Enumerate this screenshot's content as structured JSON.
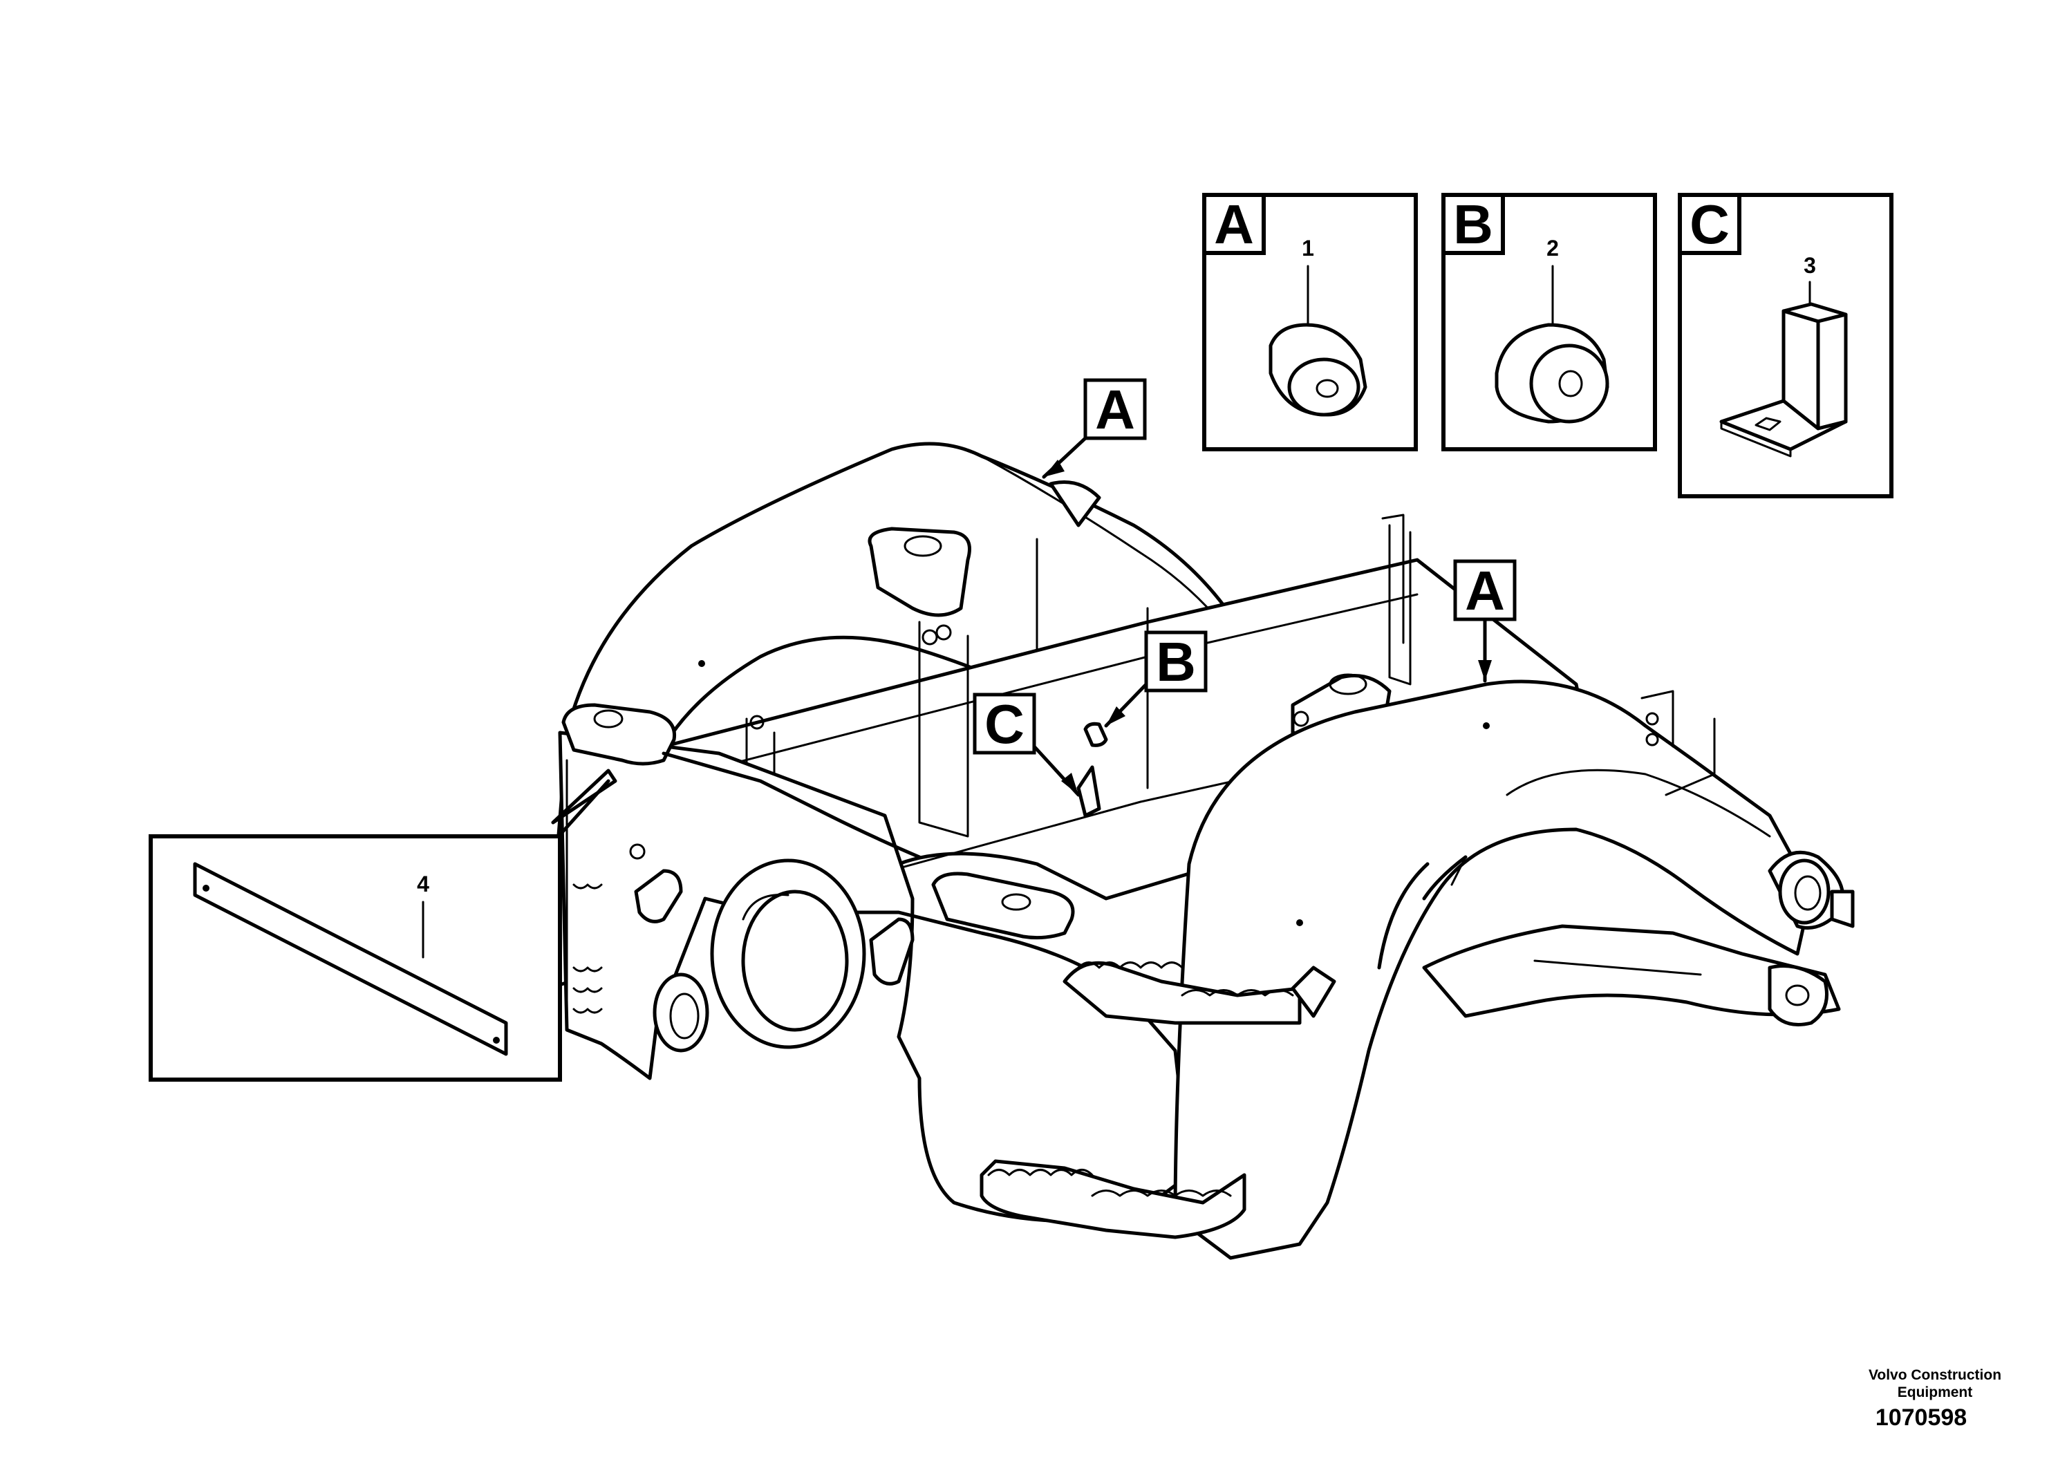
{
  "callouts": {
    "a_left": "A",
    "a_right": "A",
    "b": "B",
    "c": "C"
  },
  "detail_boxes": [
    {
      "letter": "A",
      "item": "1"
    },
    {
      "letter": "B",
      "item": "2"
    },
    {
      "letter": "C",
      "item": "3"
    }
  ],
  "plate_item": "4",
  "footer": {
    "company_line1": "Volvo Construction",
    "company_line2": "Equipment",
    "drawing_number": "1070598"
  }
}
